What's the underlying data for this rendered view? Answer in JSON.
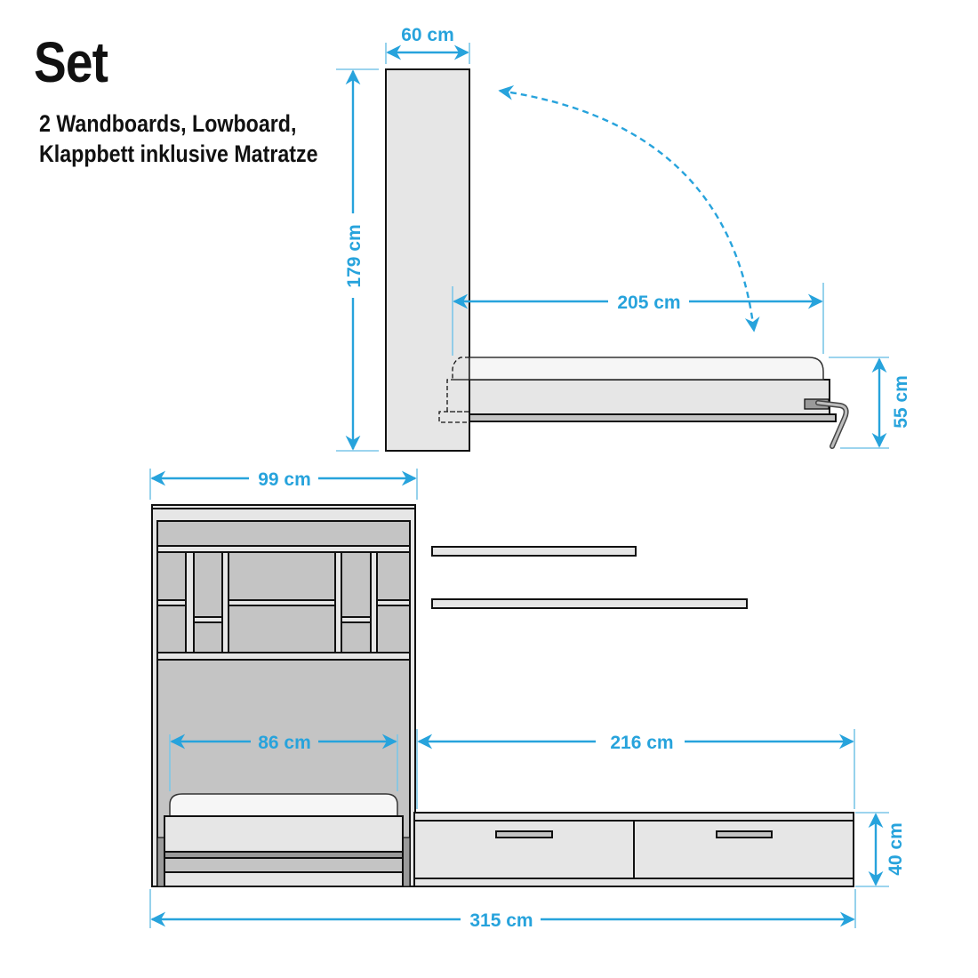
{
  "header": {
    "title": "Set",
    "subtitle_line1": "2 Wandboards, Lowboard,",
    "subtitle_line2": "Klappbett inklusive Matratze"
  },
  "colors": {
    "dimension": "#27a3dc",
    "outline": "#111111",
    "panel_light": "#e6e6e6",
    "panel_mid": "#c4c4c4",
    "mattress": "#f6f6f6"
  },
  "side_view": {
    "cabinet_depth": "60 cm",
    "cabinet_height": "179 cm",
    "bed_length_open": "205 cm",
    "bed_height_open": "55 cm",
    "fold_arrow": "dashed-curved-arrow"
  },
  "front_view": {
    "bed_cabinet_width": "99 cm",
    "bed_inner_width": "86 cm",
    "lowboard_width": "216 cm",
    "lowboard_height": "40 cm",
    "total_width": "315 cm",
    "components": [
      "Klappbett",
      "Wandboard 1",
      "Wandboard 2",
      "Lowboard"
    ]
  }
}
